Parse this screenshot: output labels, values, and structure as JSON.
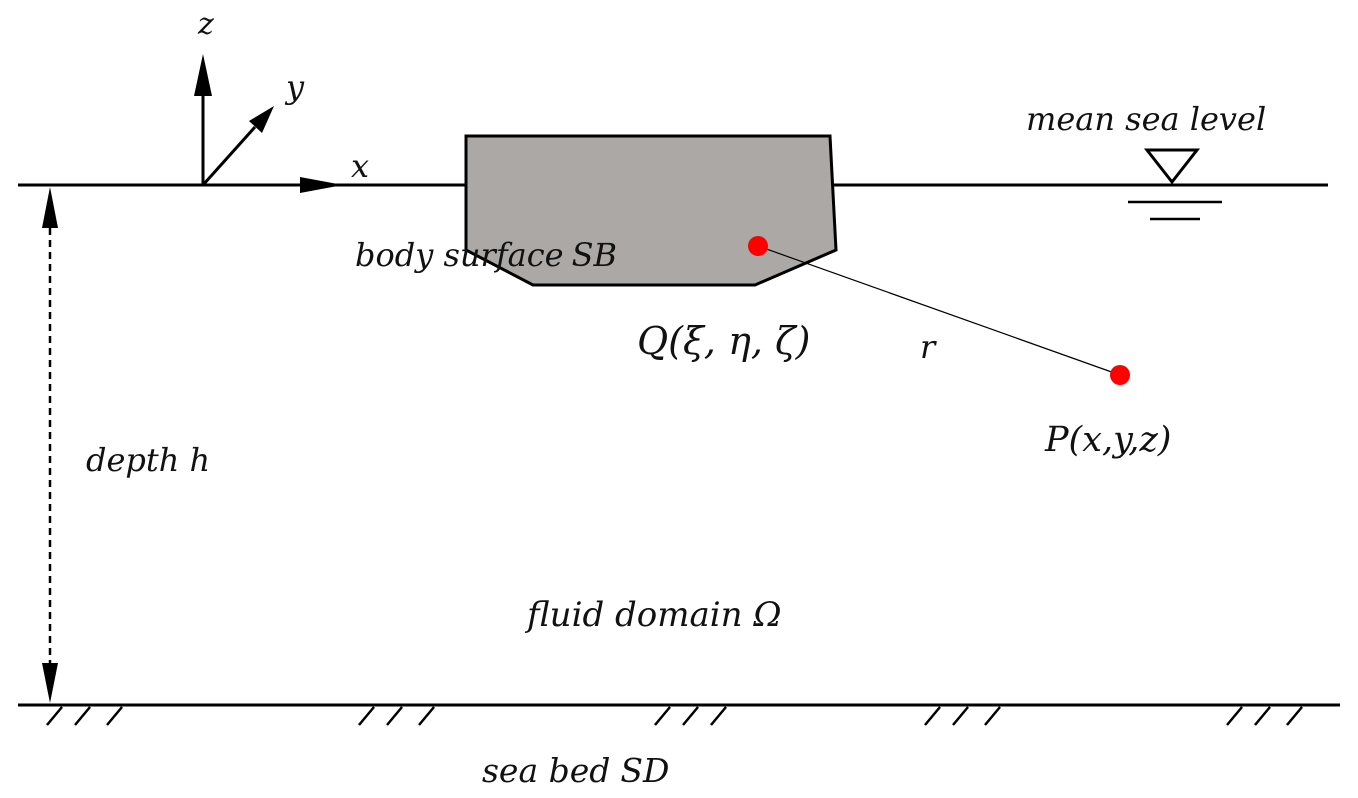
{
  "labels": {
    "axis_z": "z",
    "axis_y": "y",
    "axis_x": "x",
    "mean_sea_level": "mean sea level",
    "body_surface": "body surface",
    "body_surface_sub": "SB",
    "point_q": "Q(ξ, η, ζ)",
    "point_p": "P(x,y,z)",
    "distance_r": "r",
    "depth": "depth h",
    "fluid_domain": "fluid domain Ω",
    "sea_bed": "sea bed",
    "sea_bed_sub": "SD"
  },
  "colors": {
    "line": "#000000",
    "body_fill": "#aba8a6",
    "point": "#ff0000"
  }
}
